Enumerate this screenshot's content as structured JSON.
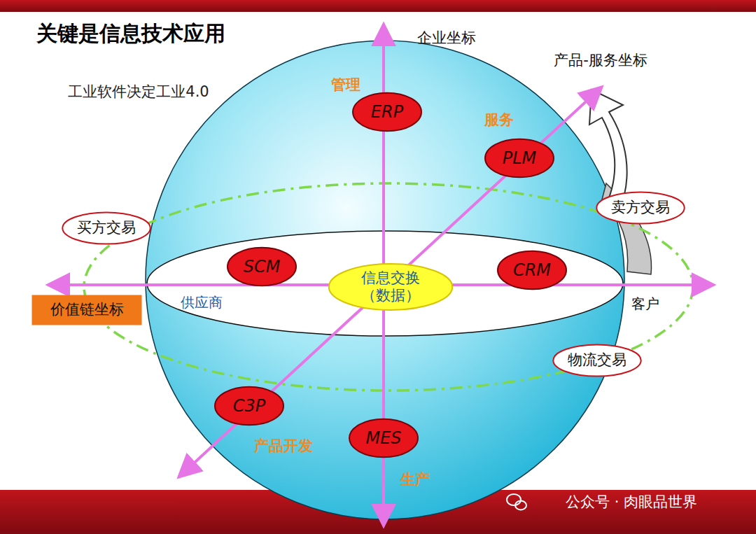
{
  "diagram": {
    "title": "关键是信息技术应用",
    "nodes": [
      {
        "text": [
          "ERP"
        ]
      },
      {
        "text": [
          "PLM"
        ]
      },
      {
        "text": [
          "卖方交易"
        ]
      },
      {
        "text": [
          "买方交易"
        ]
      },
      {
        "text": [
          "SCM"
        ]
      },
      {
        "text": [
          "信息交换 （数据）"
        ]
      },
      {
        "text": [
          "CRM"
        ]
      },
      {
        "text": [
          "价值链坐标"
        ]
      },
      {
        "text": [
          "物流交易"
        ]
      },
      {
        "text": [
          "C3P"
        ]
      },
      {
        "text": [
          "MES"
        ]
      }
    ],
    "labels": [
      "企业坐标",
      "产品-服务坐标",
      "工业软件决定工业4.0",
      "管理",
      "服务",
      "供应商",
      "客户",
      "产品开发",
      "生产",
      "公众号 · 肉眼品世界"
    ]
  }
}
